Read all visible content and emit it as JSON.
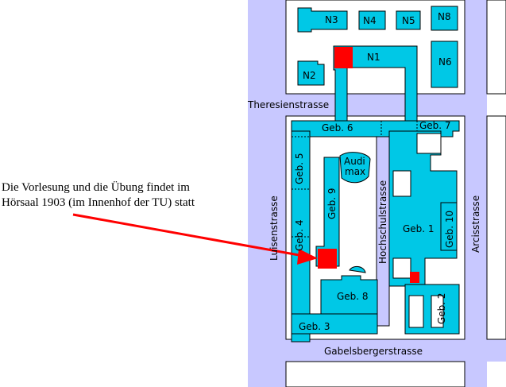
{
  "note": {
    "line1": "Die Vorlesung und die Übung findet im",
    "line2": "Hörsaal 1903 (im Innenhof der TU) statt"
  },
  "streets": {
    "theresienstrasse": "Theresienstrasse",
    "gabelsbergerstrasse": "Gabelsbergerstrasse",
    "luisenstrasse": "Luisenstrasse",
    "arcisstrasse": "Arcisstrasse",
    "hochschulstrasse": "Hochschulstrasse"
  },
  "buildings": {
    "n1": "N1",
    "n2": "N2",
    "n3": "N3",
    "n4": "N4",
    "n5": "N5",
    "n6": "N6",
    "n8": "N8",
    "geb1": "Geb. 1",
    "geb2": "Geb. 2",
    "geb3": "Geb. 3",
    "geb4": "Geb. 4",
    "geb5": "Geb. 5",
    "geb6": "Geb. 6",
    "geb7": "Geb. 7",
    "geb8": "Geb. 8",
    "geb9": "Geb. 9",
    "geb10": "Geb. 10",
    "audimax_line1": "Audi",
    "audimax_line2": "max"
  },
  "colors": {
    "building": "#00c8e6",
    "street": "#c8c8ff",
    "highlight": "#ff0000",
    "outline": "#000000"
  }
}
